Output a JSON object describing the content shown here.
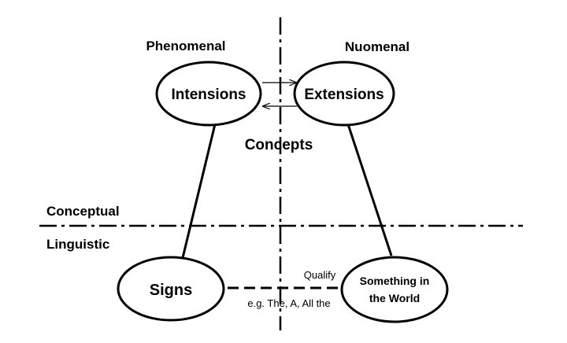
{
  "regions": {
    "phenomenal": "Phenomenal",
    "nuomenal": "Nuomenal",
    "conceptual": "Conceptual",
    "linguistic": "Linguistic"
  },
  "concepts_label": "Concepts",
  "nodes": {
    "intensions": "Intensions",
    "extensions": "Extensions",
    "signs": "Signs",
    "world_line1": "Something in",
    "world_line2": "the World"
  },
  "edges": {
    "qualify": "Qualify",
    "examples": "e.g. The, A, All the"
  }
}
